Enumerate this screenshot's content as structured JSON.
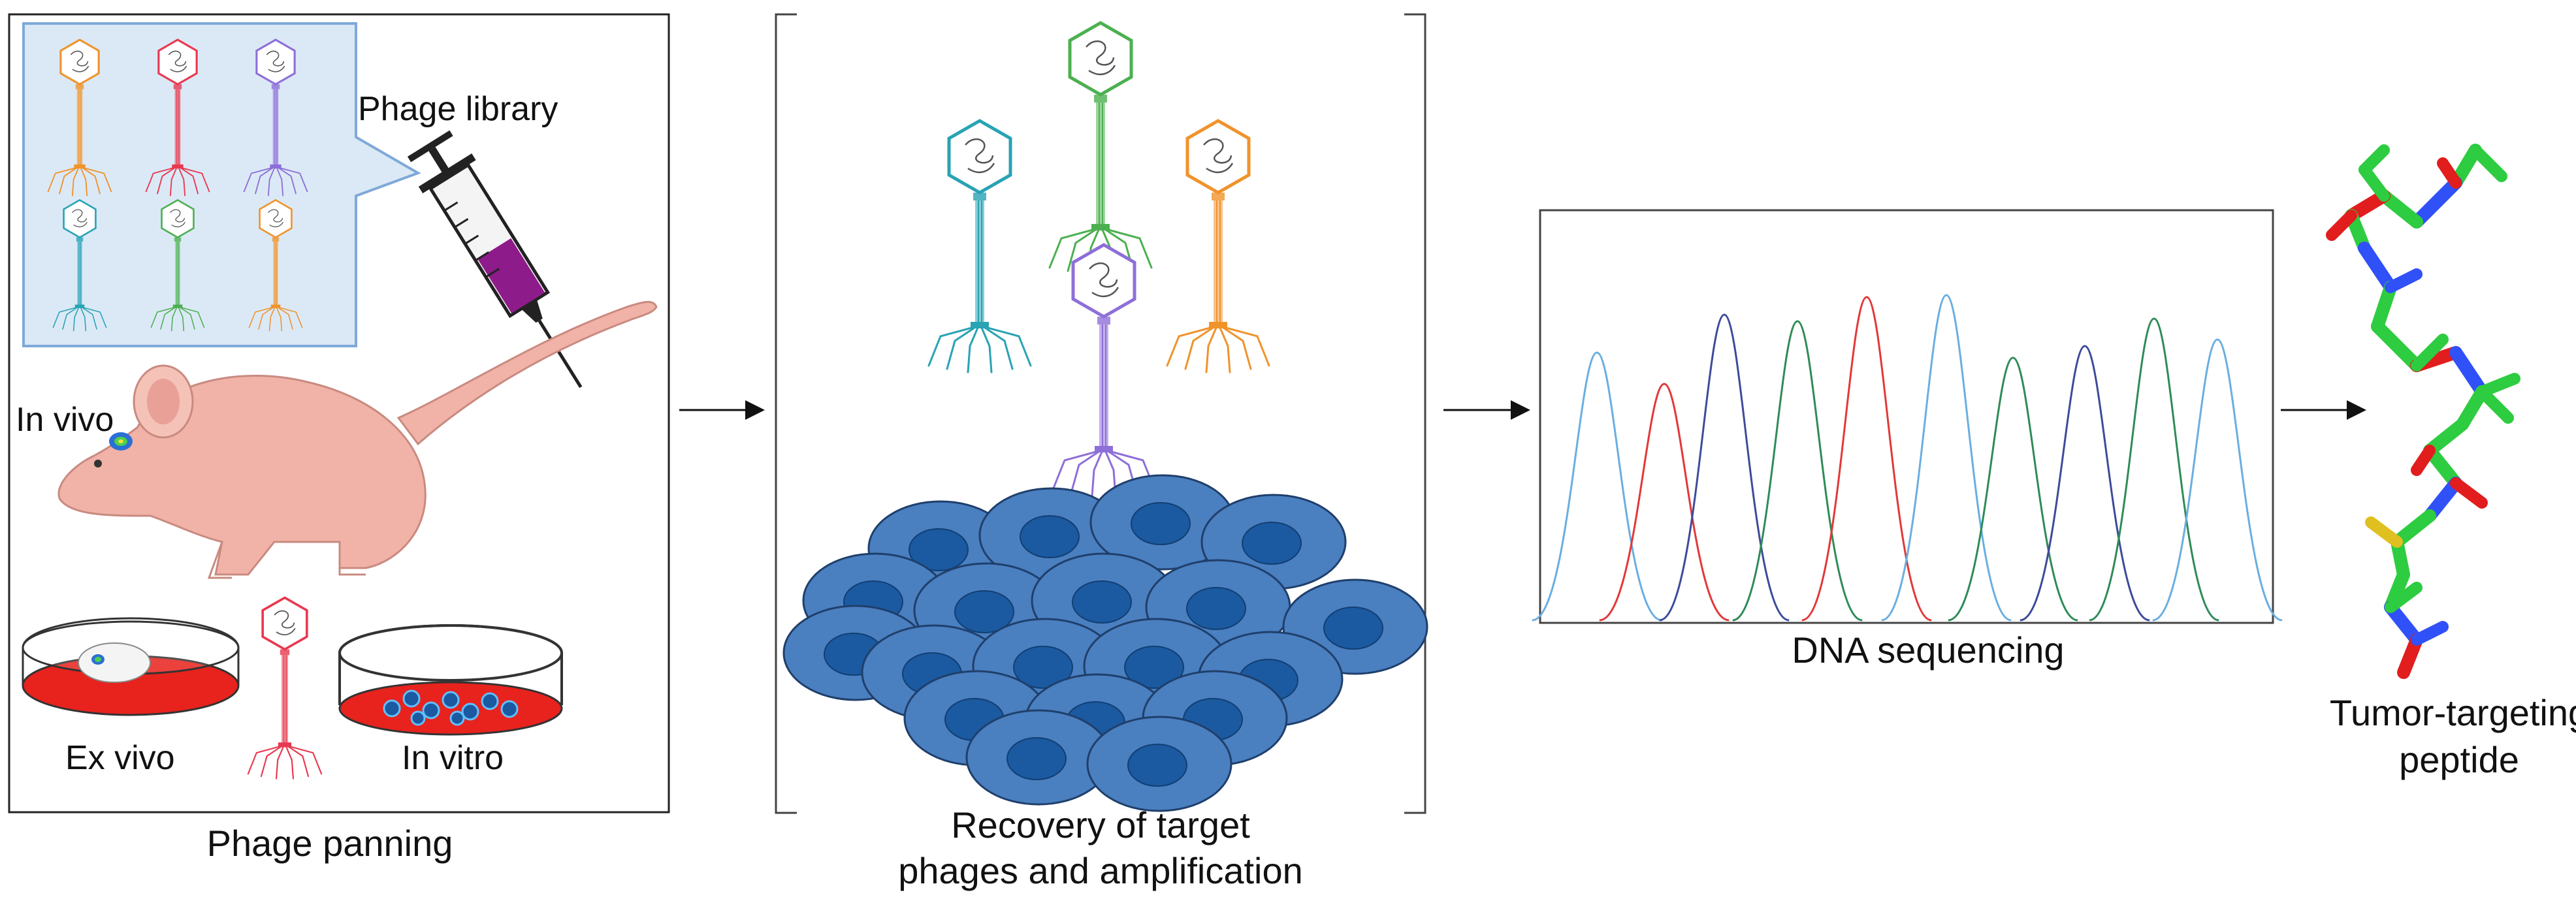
{
  "panels": {
    "panning": {
      "phage_library_label": "Phage library",
      "in_vivo_label": "In vivo",
      "ex_vivo_label": "Ex vivo",
      "in_vitro_label": "In vitro",
      "caption": "Phage panning"
    },
    "recovery": {
      "caption_line1": "Recovery of target",
      "caption_line2": "phages and amplification"
    },
    "sequencing": {
      "caption": "DNA sequencing"
    },
    "peptide": {
      "caption_line1": "Tumor-targeting",
      "caption_line2": "peptide"
    }
  },
  "colors": {
    "phage_orange": "#f0932b",
    "phage_red": "#e8384f",
    "phage_purple": "#8e6fd8",
    "phage_teal": "#28a3b4",
    "phage_green": "#4cb050",
    "phage_blue": "#2e77c9",
    "cell_fill": "#3f74b8",
    "cell_nucleus": "#1b5aa0",
    "mouse_skin": "#f1b2a8",
    "dish_red": "#e8221d",
    "library_box": "#dbe9f6",
    "peptide_carbon": "#2ecc40",
    "peptide_nitrogen": "#3050f8",
    "peptide_oxygen": "#e11d1d",
    "peptide_sulfur": "#e0c020",
    "trace_blue": "#6aaee0",
    "trace_red": "#e23838",
    "trace_navy": "#3e4a9a",
    "trace_green": "#2e8b57"
  },
  "icons": [
    "syringe-icon",
    "mouse-illustration",
    "petri-dish-icon",
    "bacteriophage-icon",
    "cell-cluster-illustration",
    "peptide-molecule-illustration"
  ]
}
